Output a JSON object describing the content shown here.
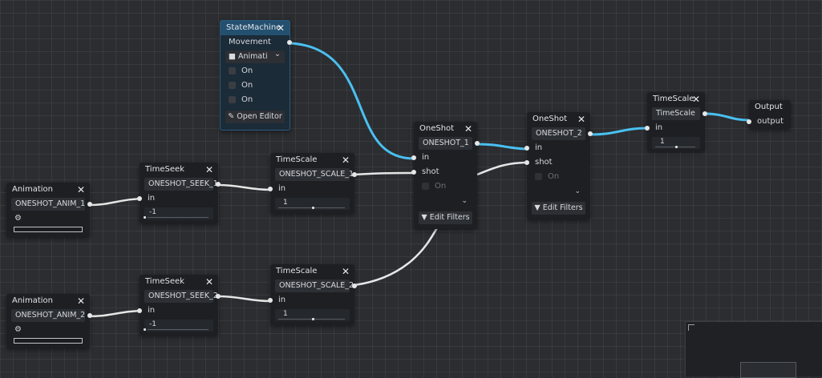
{
  "nodes": {
    "anim1": {
      "title": "Animation",
      "field": "ONESHOT_ANIM_1"
    },
    "anim2": {
      "title": "Animation",
      "field": "ONESHOT_ANIM_2"
    },
    "seek1": {
      "title": "TimeSeek",
      "field": "ONESHOT_SEEK_1",
      "port_in": "in",
      "value": "-1",
      "value_fraction": 0.0
    },
    "seek2": {
      "title": "TimeSeek",
      "field": "ONESHOT_SEEK_2",
      "port_in": "in",
      "value": "-1",
      "value_fraction": 0.0
    },
    "scale1": {
      "title": "TimeScale",
      "field": "ONESHOT_SCALE_1",
      "port_in": "in",
      "value": "1",
      "value_fraction": 0.5
    },
    "scale2": {
      "title": "TimeScale",
      "field": "ONESHOT_SCALE_2",
      "port_in": "in",
      "value": "1",
      "value_fraction": 0.5
    },
    "scale3": {
      "title": "TimeScale",
      "field": "TimeScale",
      "port_in": "in",
      "value": "1",
      "value_fraction": 0.5
    },
    "state_machine": {
      "title": "StateMachine",
      "field": "Movement",
      "dropdown": "Animati",
      "checks": [
        "On",
        "On",
        "On"
      ],
      "button": "Open Editor"
    },
    "oneshot1": {
      "title": "OneShot",
      "field": "ONESHOT_1",
      "port_in": "in",
      "port_shot": "shot",
      "check": "On",
      "filter_button": "Edit Filters"
    },
    "oneshot2": {
      "title": "OneShot",
      "field": "ONESHOT_2",
      "port_in": "in",
      "port_shot": "shot",
      "check": "On",
      "filter_button": "Edit Filters"
    },
    "output": {
      "title": "Output",
      "port": "output"
    }
  },
  "icons": {
    "close": "✕",
    "animation": "animation-player-icon",
    "dropdown_chevron": "⌄",
    "filter": "filter-funnel-icon",
    "edit": "pencil-icon"
  },
  "colors": {
    "wire_active": "#4ac0f0",
    "wire_inactive": "#e6e6e6",
    "selected_title": "#245070"
  }
}
